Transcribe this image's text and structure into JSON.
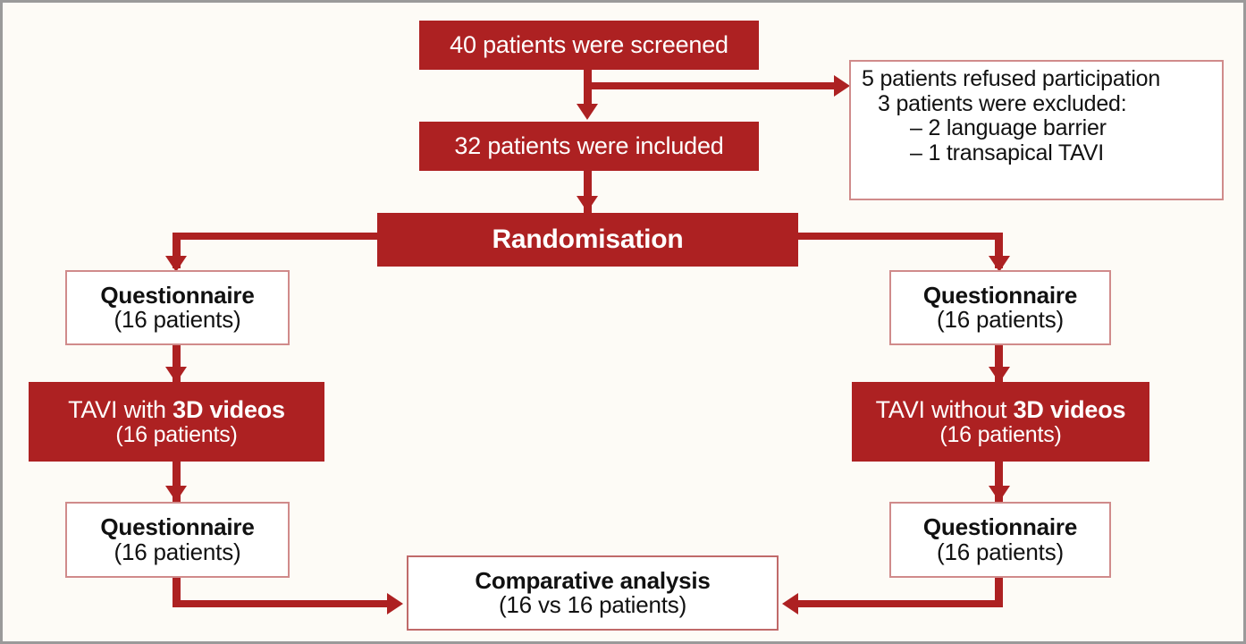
{
  "diagram": {
    "title": "TAVI 3D video randomised trial CONSORT flow diagram",
    "colors": {
      "fill_red": "#ad2122",
      "outline_red": "#d08b8b",
      "background": "#fdfbf6",
      "frame_gray": "#9a9a9a",
      "text_dark": "#111111",
      "text_light": "#ffffff"
    },
    "nodes": {
      "screened": {
        "text": "40 patients were screened"
      },
      "included": {
        "text": "32 patients were included"
      },
      "randomisation": {
        "text": "Randomisation"
      },
      "exclusions": {
        "lines": [
          "5 patients refused participation",
          "3 patients were excluded:",
          "– 2 language barrier",
          "– 1 transapical TAVI"
        ]
      },
      "questionnaire_left_pre": {
        "line1": "Questionnaire",
        "line2": "(16 patients)"
      },
      "questionnaire_right_pre": {
        "line1": "Questionnaire",
        "line2": "(16 patients)"
      },
      "tavi_with": {
        "line1_prefix": "TAVI with ",
        "line1_bold": "3D videos",
        "line2": "(16 patients)"
      },
      "tavi_without": {
        "line1_prefix": "TAVI without ",
        "line1_bold": "3D videos",
        "line2": "(16 patients)"
      },
      "questionnaire_left_post": {
        "line1": "Questionnaire",
        "line2": "(16 patients)"
      },
      "questionnaire_right_post": {
        "line1": "Questionnaire",
        "line2": "(16 patients)"
      },
      "comparative": {
        "line1": "Comparative analysis",
        "line2": "(16 vs 16 patients)"
      }
    }
  }
}
